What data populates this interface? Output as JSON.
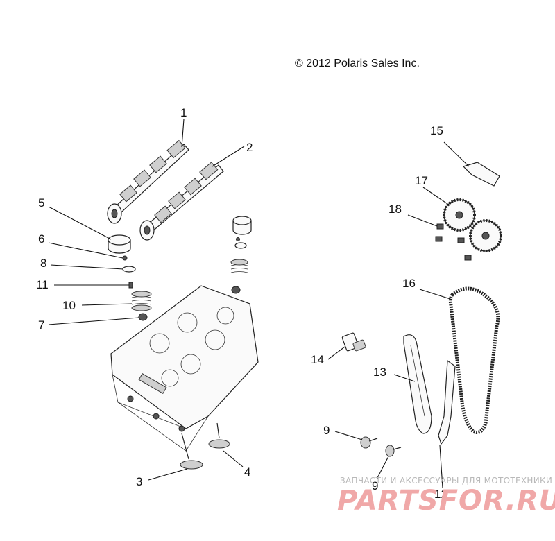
{
  "copyright": "© 2012 Polaris Sales Inc.",
  "watermark": {
    "tagline": "ЗАПЧАСТИ И АКСЕССУАРЫ ДЛЯ МОТОТЕХНИКИ",
    "brand": "PARTSFOR.RU"
  },
  "callouts": [
    "1",
    "2",
    "3",
    "4",
    "5",
    "6",
    "7",
    "8",
    "9",
    "9",
    "10",
    "11",
    "12",
    "13",
    "14",
    "15",
    "16",
    "17",
    "18"
  ]
}
